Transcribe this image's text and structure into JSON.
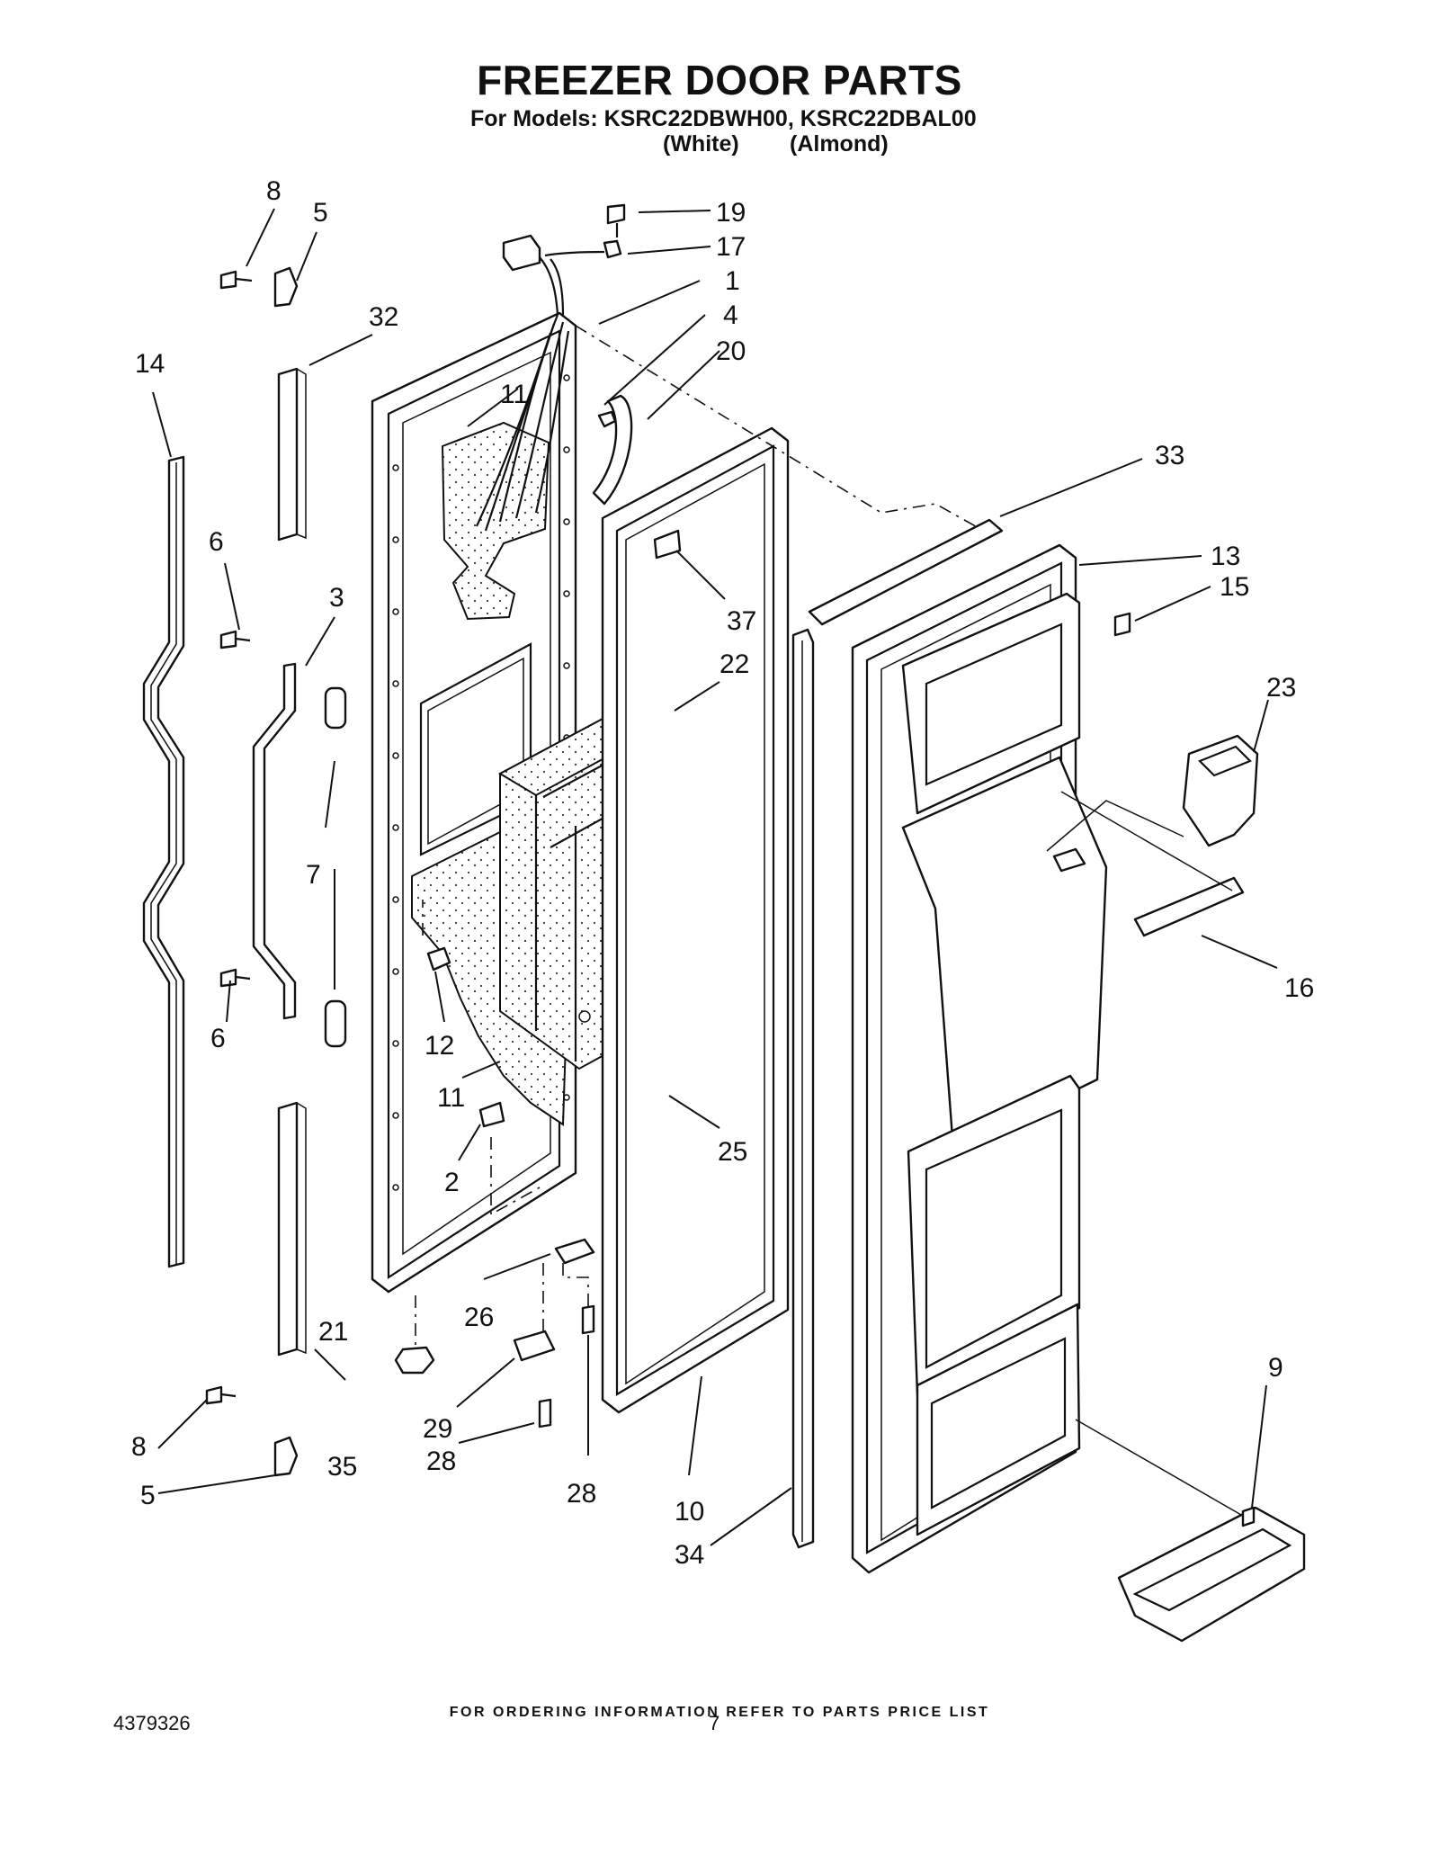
{
  "header": {
    "title": "FREEZER DOOR PARTS",
    "models_line": "For Models: KSRC22DBWH00, KSRC22DBAL00",
    "color_white": "(White)",
    "color_almond": "(Almond)"
  },
  "callouts": [
    "1",
    "2",
    "3",
    "4",
    "5",
    "5",
    "6",
    "6",
    "7",
    "8",
    "8",
    "9",
    "10",
    "11",
    "11",
    "12",
    "13",
    "14",
    "15",
    "16",
    "17",
    "19",
    "20",
    "21",
    "22",
    "23",
    "25",
    "26",
    "28",
    "28",
    "29",
    "32",
    "33",
    "34",
    "35",
    "37"
  ],
  "footer": {
    "note": "FOR ORDERING INFORMATION REFER TO PARTS PRICE LIST",
    "doc_number": "4379326",
    "page_number": "7"
  }
}
